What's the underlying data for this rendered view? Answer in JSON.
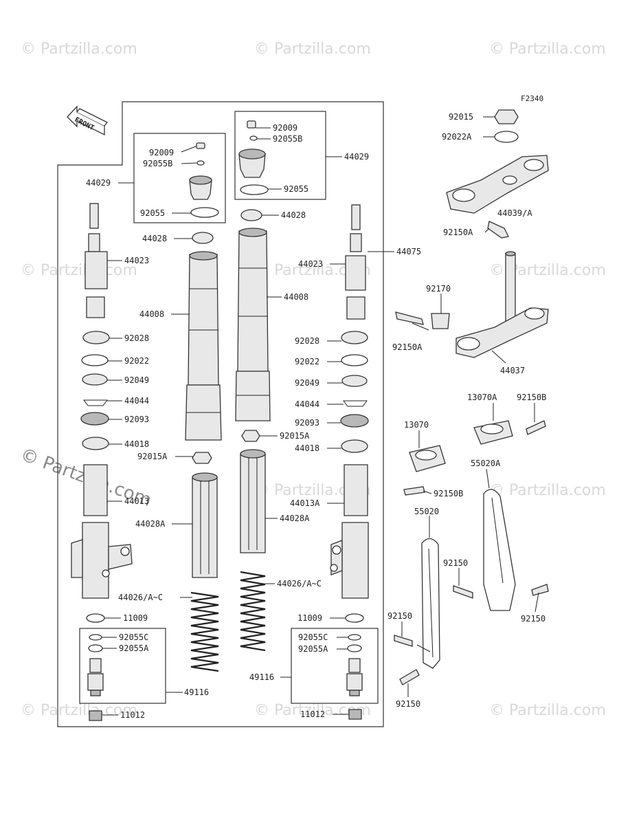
{
  "diagram": {
    "figure_code": "F2340",
    "front_arrow_label": "FRONT",
    "watermark": "© Partzilla.com"
  },
  "labels": {
    "l92009_left": "92009",
    "l92055B_left": "92055B",
    "l44029_left": "44029",
    "l92055_left": "92055",
    "l44028_left": "44028",
    "l44023_left": "44023",
    "l44008_left": "44008",
    "l92028_left": "92028",
    "l92022_left": "92022",
    "l92049_left": "92049",
    "l44044_left": "44044",
    "l92093_left": "92093",
    "l44018_left": "44018",
    "l92015A_left": "92015A",
    "l44013": "44013",
    "l44028A_left": "44028A",
    "l44026_left": "44026/A~C",
    "l11009_left": "11009",
    "l92055C_left": "92055C",
    "l92055A_left": "92055A",
    "l49116_left": "49116",
    "l11012_left": "11012",
    "l92009_right": "92009",
    "l92055B_right": "92055B",
    "l44029_right": "44029",
    "l92055_right": "92055",
    "l44028_right": "44028",
    "l44008_right": "44008",
    "l44075": "44075",
    "l44023_right": "44023",
    "l92028_right": "92028",
    "l92022_right": "92022",
    "l92049_right": "92049",
    "l44044_right": "44044",
    "l92093_right": "92093",
    "l92015A_right": "92015A",
    "l44018_right": "44018",
    "l44013A": "44013A",
    "l44028A_right": "44028A",
    "l44026_right": "44026/A~C",
    "l11009_right": "11009",
    "l92055C_right": "92055C",
    "l92055A_right": "92055A",
    "l49116_right": "49116",
    "l11012_right": "11012",
    "l92015": "92015",
    "l92022A": "92022A",
    "l44039A": "44039/A",
    "l92150A_top": "92150A",
    "l92170": "92170",
    "l92150A_mid": "92150A",
    "l44037": "44037",
    "l13070A": "13070A",
    "l92150B_top": "92150B",
    "l13070": "13070",
    "l92150B_mid": "92150B",
    "l55020A": "55020A",
    "l55020": "55020",
    "l92150_a": "92150",
    "l92150_b": "92150",
    "l92150_c": "92150",
    "l92150_d": "92150"
  }
}
